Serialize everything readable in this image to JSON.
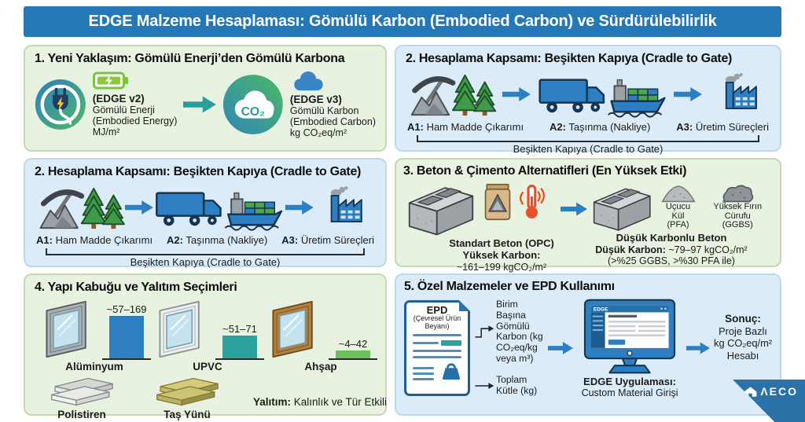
{
  "header": {
    "title": "EDGE Malzeme Hesaplaması: Gömülü Karbon (Embodied Carbon) ve Sürdürülebilirlik"
  },
  "panel_new_approach": {
    "title": "1. Yeni Yaklaşım: Gömülü Enerji’den Gömülü Karbona",
    "v2_tag": "(EDGE v2)",
    "v2_line1": "Gömülü Enerji",
    "v2_line2": "(Embodied Energy)",
    "v2_unit": "MJ/m²",
    "co2_cloud": "CO₂",
    "v3_tag": "(EDGE v3)",
    "v3_line1": "Gömülü Karbon",
    "v3_line2": "(Embodied Carbon)",
    "v3_unit": "kg CO₂eq/m²"
  },
  "panel_scope": {
    "title": "2. Hesaplama Kapsamı: Beşikten Kapıya (Cradle to Gate)",
    "a1_code": "A1:",
    "a1_label": " Ham Madde Çıkarımı",
    "a2_code": "A2:",
    "a2_label": " Taşınma (Nakliye)",
    "a3_code": "A3:",
    "a3_label": " Üretim Süreçleri",
    "bracket_label": "Beşikten Kapıya (Cradle to Gate)"
  },
  "panel_concrete": {
    "title": "3. Beton & Çimento Alternatifleri (En Yüksek Etki)",
    "opc_name": "Standart Beton (OPC)",
    "opc_label": "Yüksek Karbon:",
    "opc_value": "~161–199 kgCO₂/m²",
    "pfa_name": "Uçucu Kül",
    "pfa_abbr": "(PFA)",
    "ggbs_name": "Yüksek Fırın Cürufu",
    "ggbs_abbr": "(GGBS)",
    "low_name": "Düşük Karbonlu Beton",
    "low_label": "Düşük Karbon:",
    "low_value": " ~79–97 kgCO₂/m²",
    "low_note": "(>%25 GGBS, >%30 PFA ile)"
  },
  "panel_envelope": {
    "title": "4. Yapı Kabuğu ve Yalıtım Seçimleri",
    "windows": [
      {
        "material": "Alüminyum",
        "range": "~57–169"
      },
      {
        "material": "UPVC",
        "range": "~51–71"
      },
      {
        "material": "Ahşap",
        "range": "~4–42"
      }
    ],
    "insulation1": "Polistiren",
    "insulation2": "Taş Yünü",
    "note_label": "Yalıtım:",
    "note_text": " Kalınlık ve Tür Etkili"
  },
  "panel_epd": {
    "title": "5. Özel Malzemeler ve EPD Kullanımı",
    "epd_abbr": "EPD",
    "epd_full_1": "(Çevresel Ürün",
    "epd_full_2": "Beyanı)",
    "out1": "Birim Başına Gömülü Karbon (kg CO₂eq/kg veya m³)",
    "out2": "Toplam Kütle (kg)",
    "app_name": "EDGE",
    "app_caption_bold": "EDGE Uygulaması:",
    "app_caption": "Custom Material Girişi",
    "result_label": "Sonuç:",
    "result_line1": "Proje Bazlı",
    "result_line2": "kg CO₂eq/m²",
    "result_line3": "Hesabı"
  },
  "logo": {
    "brand": "ΛECO"
  },
  "colors": {
    "header_bg": "#2478b8",
    "panel_green": "#e7f2e0",
    "panel_blue": "#dbecf8",
    "accent_blue": "#2e7fc1",
    "accent_teal": "#2a9d9b",
    "accent_green": "#6cbf5a"
  }
}
